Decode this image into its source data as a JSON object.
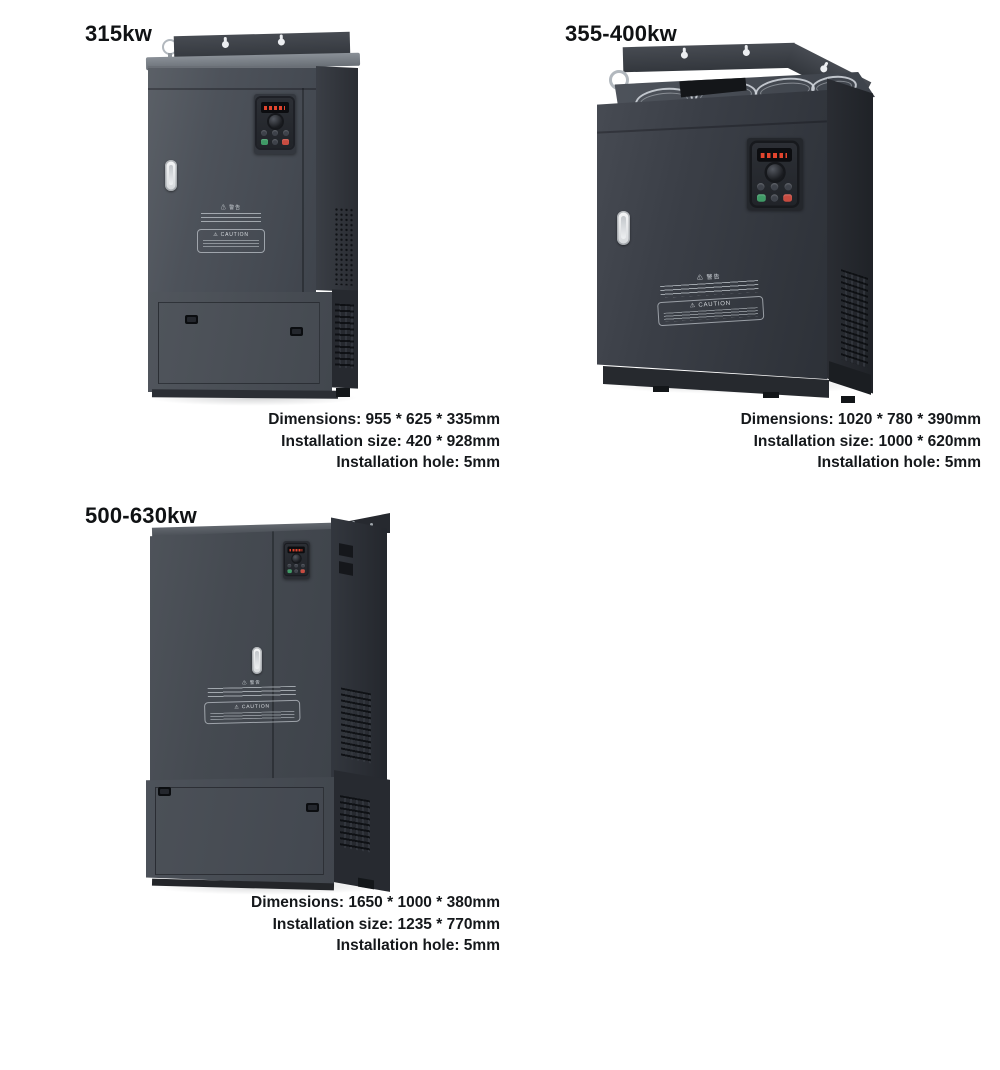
{
  "page": {
    "background": "#ffffff"
  },
  "products": [
    {
      "title": "315kw",
      "specs": [
        "Dimensions: 955 * 625 * 335mm",
        "Installation size: 420 * 928mm",
        "Installation hole: 5mm"
      ]
    },
    {
      "title": "355-400kw",
      "specs": [
        "Dimensions: 1020 * 780 * 390mm",
        "Installation size: 1000 * 620mm",
        "Installation hole: 5mm"
      ]
    },
    {
      "title": "500-630kw",
      "specs": [
        "Dimensions: 1650 * 1000 * 380mm",
        "Installation size: 1235 * 770mm",
        "Installation hole: 5mm"
      ]
    }
  ],
  "labels": {
    "warning_zh": "⚠ 警告",
    "caution": "⚠ CAUTION"
  },
  "colors": {
    "cabinet_front": "#484d55",
    "cabinet_side": "#2b2e35",
    "keypad_green_button": "#3f9a66",
    "keypad_red_button": "#c84b40",
    "handle": "#eef0f2",
    "text": "#15181b"
  }
}
